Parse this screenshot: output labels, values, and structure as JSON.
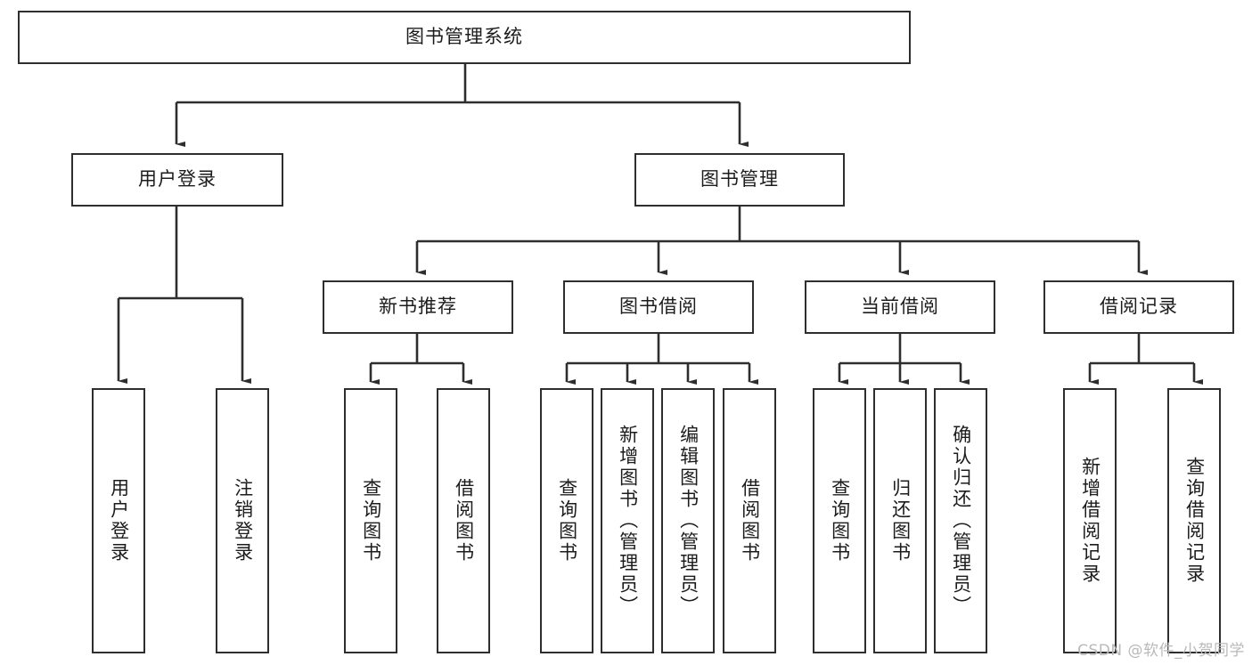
{
  "diagram": {
    "title": "图书管理系统",
    "type": "tree",
    "colors": {
      "stroke": "#2e2e2e",
      "fill": "#ffffff",
      "text": "#1c1c1c",
      "watermark": "#b9b9b9",
      "background": "#ffffff"
    },
    "watermark": "CSDN @软件_小贺同学"
  },
  "nodes": {
    "root": {
      "label": "图书管理系统"
    },
    "level1": [
      {
        "id": "user-login",
        "label": "用户登录"
      },
      {
        "id": "book-manage",
        "label": "图书管理"
      }
    ],
    "level2": [
      {
        "id": "new-book-recommend",
        "label": "新书推荐"
      },
      {
        "id": "book-borrow",
        "label": "图书借阅"
      },
      {
        "id": "current-borrow",
        "label": "当前借阅"
      },
      {
        "id": "borrow-record",
        "label": "借阅记录"
      }
    ],
    "leaves": {
      "user_login": [
        {
          "id": "leaf-user-login",
          "label": "用户登录"
        },
        {
          "id": "leaf-logout-login",
          "label": "注销登录"
        }
      ],
      "new_book_recommend": [
        {
          "id": "leaf-query-book-1",
          "label": "查询图书"
        },
        {
          "id": "leaf-borrow-book-1",
          "label": "借阅图书"
        }
      ],
      "book_borrow": [
        {
          "id": "leaf-query-book-2",
          "label": "查询图书"
        },
        {
          "id": "leaf-add-book",
          "label": "新增图书（管理员）"
        },
        {
          "id": "leaf-edit-book",
          "label": "编辑图书（管理员）"
        },
        {
          "id": "leaf-borrow-book-2",
          "label": "借阅图书"
        }
      ],
      "current_borrow": [
        {
          "id": "leaf-query-book-3",
          "label": "查询图书"
        },
        {
          "id": "leaf-return-book",
          "label": "归还图书"
        },
        {
          "id": "leaf-confirm-return",
          "label": "确认归还（管理员）"
        }
      ],
      "borrow_record": [
        {
          "id": "leaf-add-record",
          "label": "新增借阅记录"
        },
        {
          "id": "leaf-query-record",
          "label": "查询借阅记录"
        }
      ]
    }
  }
}
